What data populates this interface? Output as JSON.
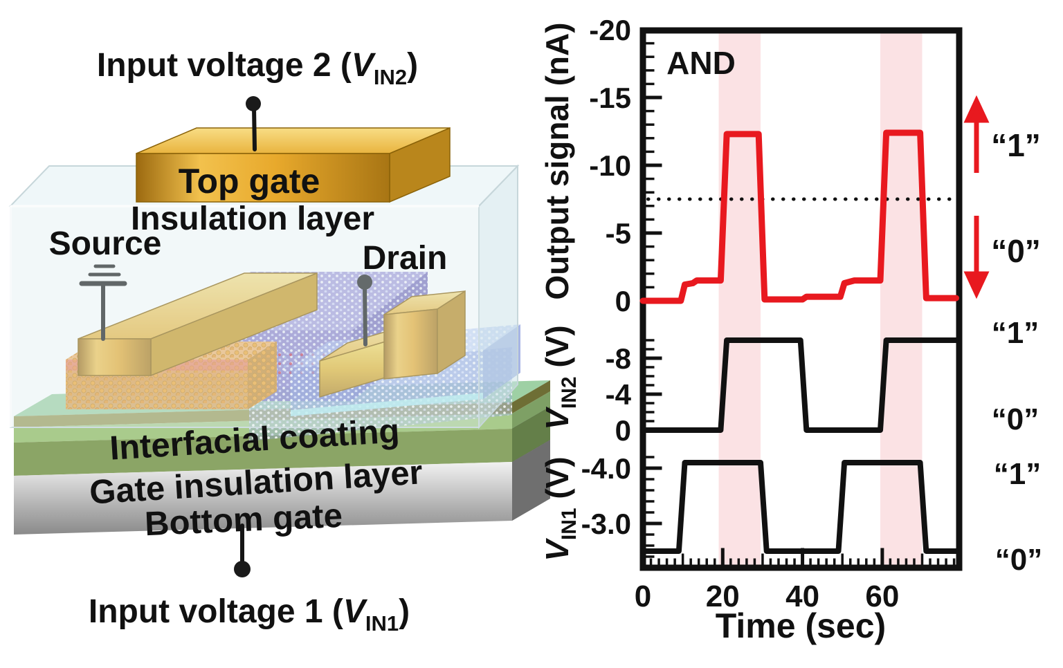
{
  "colors": {
    "accent_red": "#E8191F",
    "highlight_band_pink": "#FBE2E4",
    "trace_black": "#111111",
    "gold": "#E8A93C",
    "green_layer": "#8CC79A",
    "olive_layer": "#93AD6D",
    "silver_layer": "#C9C9C9",
    "purple_slab": "#8278C8",
    "blue_slab": "#93AAE0"
  },
  "left_diagram": {
    "input2": {
      "prefix": "Input voltage 2 (",
      "var": "V",
      "sub": "IN2",
      "suffix": ")"
    },
    "input1": {
      "prefix": "Input voltage 1 (",
      "var": "V",
      "sub": "IN1",
      "suffix": ")"
    },
    "top_gate": "Top gate",
    "insulation_layer": "Insulation layer",
    "source": "Source",
    "drain": "Drain",
    "interfacial_coating": "Interfacial coating",
    "gate_insulation_layer": "Gate insulation layer",
    "bottom_gate": "Bottom gate"
  },
  "chart": {
    "annotation": "AND",
    "xlabel": "Time (sec)",
    "x_ticks": [
      "0",
      "20",
      "40",
      "60"
    ],
    "output_axis": {
      "label": "Output signal (nA)",
      "ticks": [
        "-20",
        "-15",
        "-10",
        "-5",
        "0"
      ]
    },
    "vin2_axis": {
      "var": "V",
      "sub": "IN2",
      "unit": " (V)",
      "ticks": [
        "-8",
        "-4",
        "0"
      ]
    },
    "vin1_axis": {
      "var": "V",
      "sub": "IN1",
      "unit": " (V)",
      "ticks": [
        "-4.0",
        "-3.0"
      ]
    },
    "logic_labels": {
      "out_high": "“1”",
      "out_low": "“0”",
      "vin2_high": "“1”",
      "vin2_low": "“0”",
      "vin1_high": "“1”",
      "vin1_low": "“0”"
    }
  },
  "chart_data": {
    "type": "line",
    "title": "AND logic operation",
    "xlabel": "Time (sec)",
    "x_range": [
      0,
      78.5
    ],
    "x_major_ticks": [
      0,
      20,
      40,
      60
    ],
    "x_minor_step": 2,
    "grid": false,
    "legend_position": "none",
    "highlight_bands_x": [
      [
        19.0,
        29.5
      ],
      [
        59.5,
        70.0
      ]
    ],
    "panels": [
      {
        "name": "Output signal (nA)",
        "units": "nA",
        "color": "#E8191F",
        "y_ticks": [
          -20,
          -15,
          -10,
          -5,
          0
        ],
        "y_minor_step": 1,
        "threshold_dotted": -7.5,
        "logic": {
          "high": "1",
          "low": "0"
        },
        "points": [
          [
            0,
            0
          ],
          [
            9.5,
            0
          ],
          [
            10.5,
            -1.2
          ],
          [
            12.5,
            -1.3
          ],
          [
            13.5,
            -1.5
          ],
          [
            19.5,
            -1.5
          ],
          [
            21,
            -12.3
          ],
          [
            29,
            -12.3
          ],
          [
            30.5,
            -0.1
          ],
          [
            40,
            -0.1
          ],
          [
            41,
            -0.3
          ],
          [
            49.5,
            -0.3
          ],
          [
            50.5,
            -1.3
          ],
          [
            53,
            -1.5
          ],
          [
            59.5,
            -1.5
          ],
          [
            61,
            -12.4
          ],
          [
            69.5,
            -12.4
          ],
          [
            71,
            -0.2
          ],
          [
            78.5,
            -0.2
          ]
        ]
      },
      {
        "name": "VIN2 (V)",
        "units": "V",
        "color": "#111111",
        "y_ticks": [
          -8,
          -4,
          0
        ],
        "y_minor_step": 1,
        "logic": {
          "high": "1",
          "low": "0"
        },
        "points": [
          [
            0,
            0
          ],
          [
            19.5,
            0
          ],
          [
            21,
            -10
          ],
          [
            39.5,
            -10
          ],
          [
            41,
            0
          ],
          [
            59.5,
            0
          ],
          [
            61,
            -10
          ],
          [
            78.5,
            -10
          ]
        ]
      },
      {
        "name": "VIN1 (V)",
        "units": "V",
        "color": "#111111",
        "y_ticks": [
          -4.0,
          -3.0
        ],
        "y_minor_step": 0.2,
        "logic": {
          "high": "1",
          "low": "0"
        },
        "points": [
          [
            0,
            -2.5
          ],
          [
            9,
            -2.5
          ],
          [
            10.5,
            -4.1
          ],
          [
            29.5,
            -4.1
          ],
          [
            31,
            -2.5
          ],
          [
            49,
            -2.5
          ],
          [
            50.5,
            -4.1
          ],
          [
            69.5,
            -4.1
          ],
          [
            71,
            -2.5
          ],
          [
            78.5,
            -2.5
          ]
        ]
      }
    ]
  }
}
